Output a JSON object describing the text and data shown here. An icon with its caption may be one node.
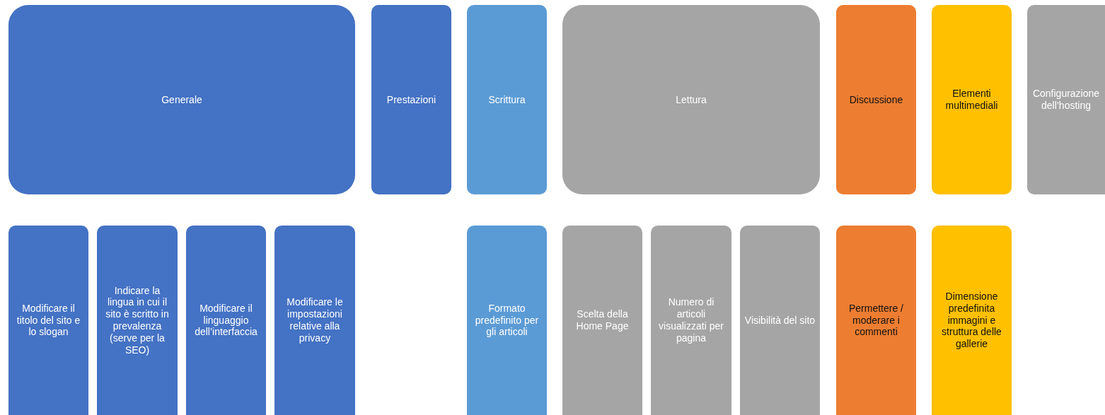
{
  "diagram": {
    "nodes": [
      {
        "text": [
          "Generale"
        ]
      },
      {
        "text": [
          "Prestazioni"
        ]
      },
      {
        "text": [
          "Scrittura"
        ]
      },
      {
        "text": [
          "Lettura"
        ]
      },
      {
        "text": [
          "Discussione"
        ]
      },
      {
        "text": [
          "Elementi multimediali"
        ]
      },
      {
        "text": [
          "Configurazione dell’hosting"
        ]
      },
      {
        "text": [
          "Modificare il titolo del sito e lo slogan"
        ]
      },
      {
        "text": [
          "Indicare la lingua in cui il sito è scritto in prevalenza (serve per la SEO)"
        ]
      },
      {
        "text": [
          "Modificare il linguaggio dell’interfaccia"
        ]
      },
      {
        "text": [
          "Modificare le impostazioni relative alla privacy"
        ]
      },
      {
        "text": [
          "Formato predefinito per gli articoli"
        ]
      },
      {
        "text": [
          "Scelta della Home Page"
        ]
      },
      {
        "text": [
          "Numero di articoli visualizzati per pagina"
        ]
      },
      {
        "text": [
          "Visibilità del sito"
        ]
      },
      {
        "text": [
          "Permettere / moderare i commenti"
        ]
      },
      {
        "text": [
          "Dimensione predefinita immagini e struttura delle gallerie"
        ]
      }
    ]
  }
}
